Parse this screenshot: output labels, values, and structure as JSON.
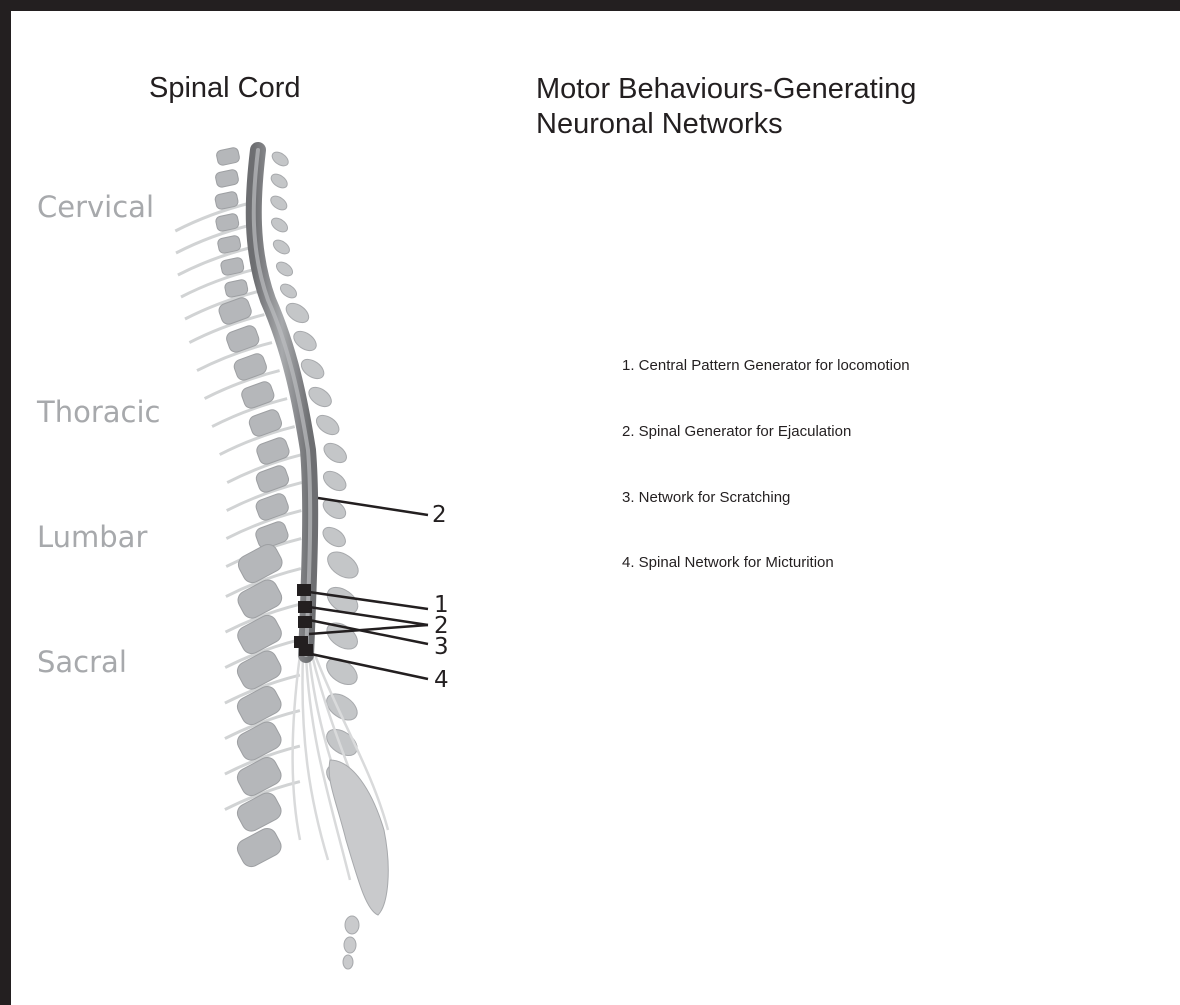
{
  "titles": {
    "left": "Spinal Cord",
    "right_line1": "Motor Behaviours-Generating",
    "right_line2": "Neuronal Networks"
  },
  "regions": [
    "Cervical",
    "Thoracic",
    "Lumbar",
    "Sacral"
  ],
  "legend": [
    "1. Central Pattern Generator for locomotion",
    "2. Spinal Generator for Ejaculation",
    "3. Network for Scratching",
    "4. Spinal Network for Micturition"
  ],
  "callouts": [
    "2",
    "1",
    "2",
    "3",
    "4"
  ],
  "colors": {
    "ink": "#231f20",
    "region_gray": "#a7a9ac",
    "cord_gray": "#8f9194",
    "vertebra_gray": "#bcbec0",
    "nerve_gray": "#d1d3d4"
  }
}
